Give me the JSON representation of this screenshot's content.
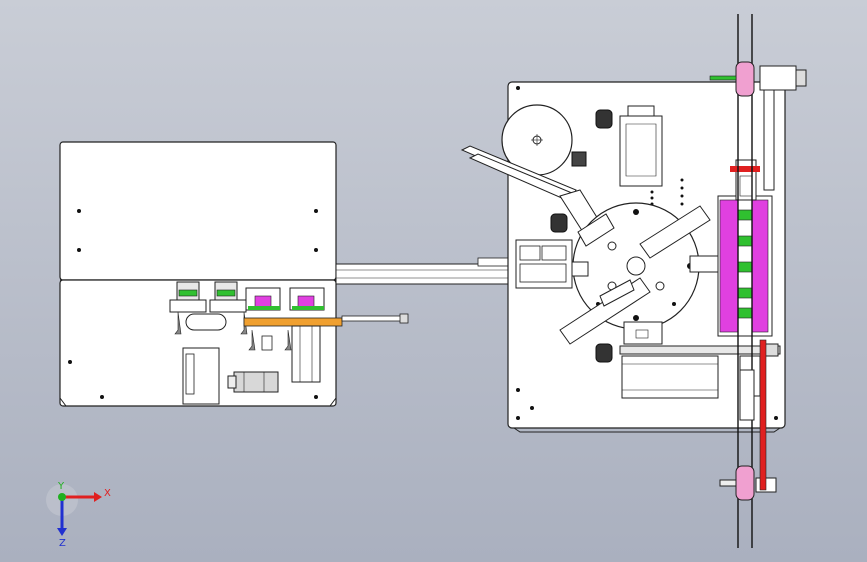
{
  "triad": {
    "x_label": "X",
    "y_label": "Y",
    "z_label": "Z",
    "x_color": "#e02020",
    "y_color": "#20b020",
    "z_color": "#2030d0"
  },
  "colors": {
    "background_top": "#c9cdd6",
    "background_bottom": "#aab0bf",
    "plate": "#ffffff",
    "outline": "#222222",
    "accent_magenta": "#e040e0",
    "accent_green": "#30c030",
    "accent_orange": "#f0a030",
    "accent_red": "#e02020",
    "accent_pink": "#f0a0d0"
  }
}
